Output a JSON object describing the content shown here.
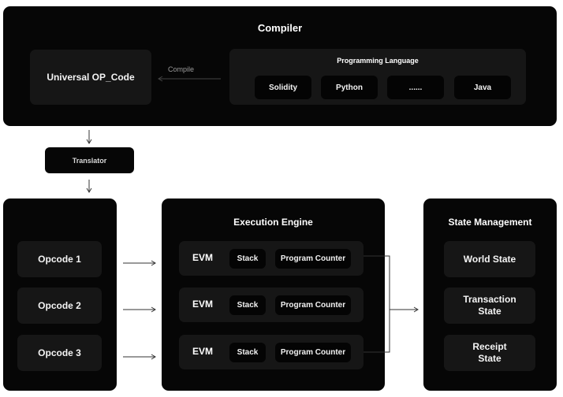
{
  "compiler": {
    "title": "Compiler",
    "universal": "Universal OP_Code",
    "compile_label": "Compile",
    "programming_title": "Programming Language",
    "languages": [
      "Solidity",
      "Python",
      "......",
      "Java"
    ]
  },
  "translator": {
    "label": "Translator"
  },
  "opcodes": [
    "Opcode 1",
    "Opcode 2",
    "Opcode 3"
  ],
  "execution": {
    "title": "Execution Engine",
    "rows": [
      {
        "evm": "EVM",
        "stack": "Stack",
        "pc": "Program Counter"
      },
      {
        "evm": "EVM",
        "stack": "Stack",
        "pc": "Program Counter"
      },
      {
        "evm": "EVM",
        "stack": "Stack",
        "pc": "Program Counter"
      }
    ]
  },
  "state": {
    "title": "State Management",
    "items": [
      {
        "line1": "World State",
        "line2": ""
      },
      {
        "line1": "Transaction",
        "line2": "State"
      },
      {
        "line1": "Receipt",
        "line2": "State"
      }
    ]
  },
  "colors": {
    "panel": "#060606",
    "sub": "#161616",
    "chip": "#040404",
    "arrow": "#333333"
  }
}
